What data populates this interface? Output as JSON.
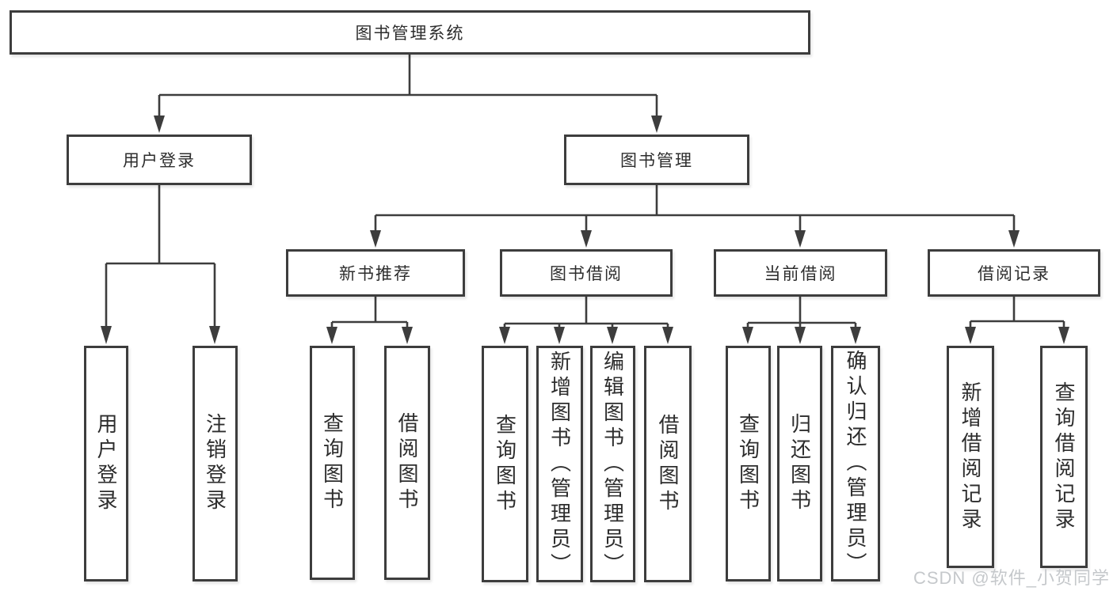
{
  "diagram": {
    "root": {
      "label": "图书管理系统"
    },
    "level2": [
      {
        "label": "用户登录"
      },
      {
        "label": "图书管理"
      }
    ],
    "level3": [
      {
        "label": "新书推荐"
      },
      {
        "label": "图书借阅"
      },
      {
        "label": "当前借阅"
      },
      {
        "label": "借阅记录"
      }
    ],
    "leaves": {
      "login": [
        {
          "label": "用户登录"
        },
        {
          "label": "注销登录"
        }
      ],
      "newbook": [
        {
          "label": "查询图书"
        },
        {
          "label": "借阅图书"
        }
      ],
      "borrow": [
        {
          "label": "查询图书"
        },
        {
          "label": "新增图书（管理员）"
        },
        {
          "label": "编辑图书（管理员）"
        },
        {
          "label": "借阅图书"
        }
      ],
      "current": [
        {
          "label": "查询图书"
        },
        {
          "label": "归还图书"
        },
        {
          "label": "确认归还（管理员）"
        }
      ],
      "records": [
        {
          "label": "新增借阅记录"
        },
        {
          "label": "查询借阅记录"
        }
      ]
    },
    "colors": {
      "line": "#3d3d3d",
      "text": "#2d2d2d",
      "background": "#ffffff",
      "watermark": "#c5c8cb"
    },
    "watermark": "CSDN @软件_小贺同学"
  }
}
